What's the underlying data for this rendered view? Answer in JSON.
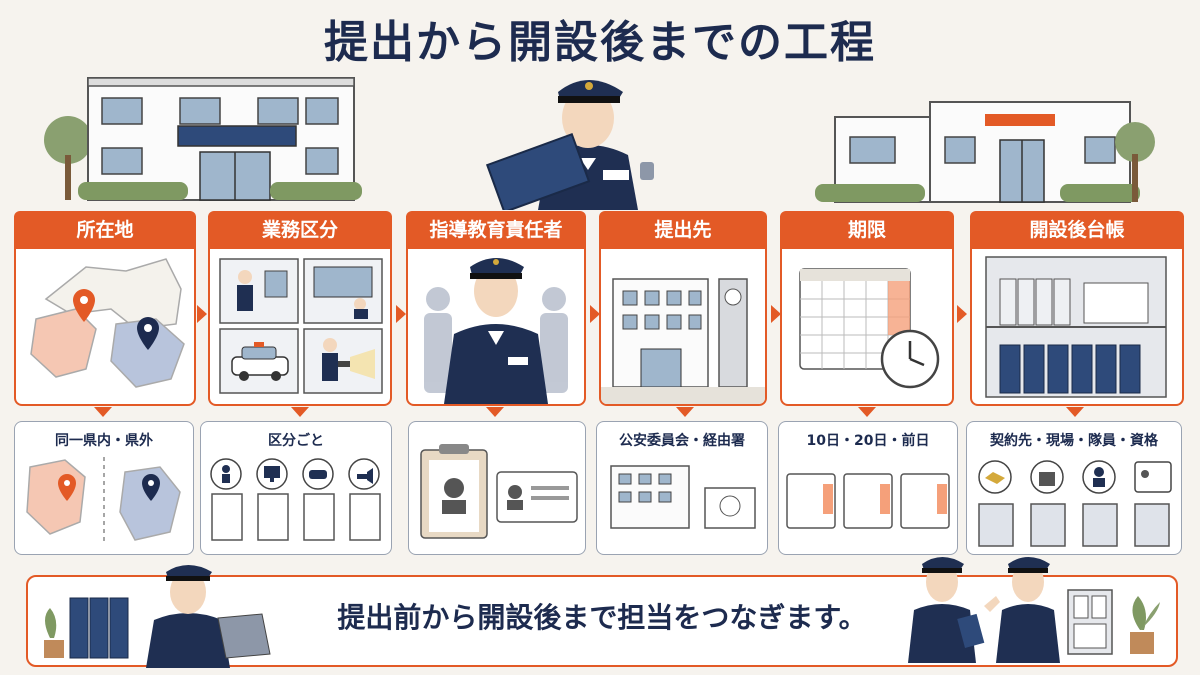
{
  "title": "提出から開設後までの工程",
  "columns": [
    {
      "header": "所在地",
      "sub_label": "同一県内・県外"
    },
    {
      "header": "業務区分",
      "sub_label": "区分ごと"
    },
    {
      "header": "指導教育責任者",
      "sub_label": ""
    },
    {
      "header": "提出先",
      "sub_label": "公安委員会・経由署"
    },
    {
      "header": "期限",
      "sub_label": "10日・20日・前日"
    },
    {
      "header": "開設後台帳",
      "sub_label": "契約先・現場・隊員・資格"
    }
  ],
  "banner": {
    "text": "提出前から開設後まで担当をつなぎます。"
  },
  "colors": {
    "accent": "#e35a26",
    "navy": "#1d2b4f",
    "background": "#f6f3ee"
  }
}
